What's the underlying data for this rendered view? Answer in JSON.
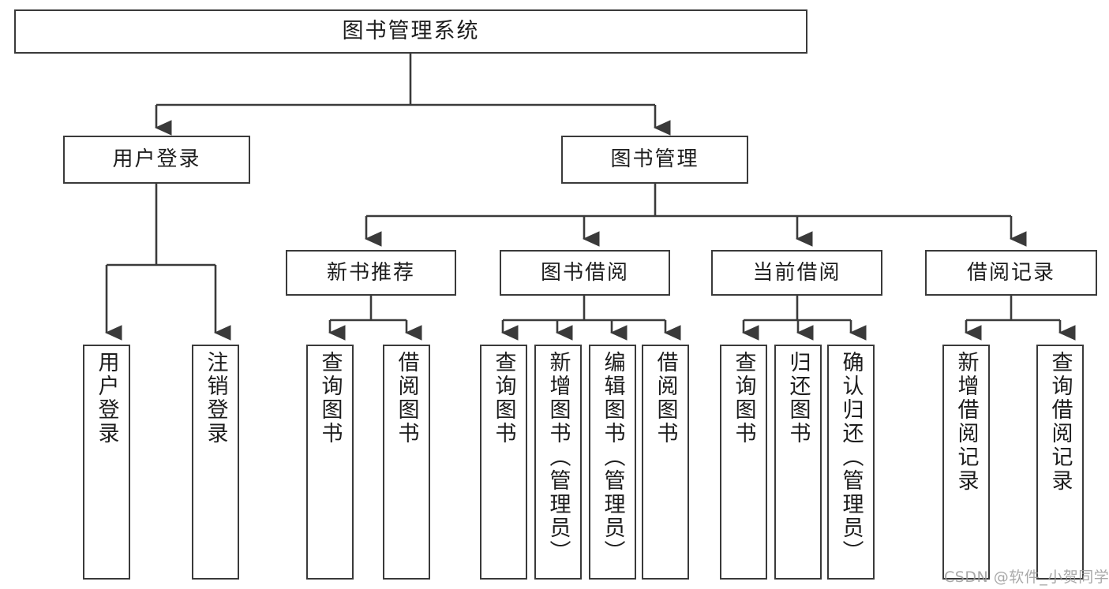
{
  "diagram": {
    "title": "图书管理系统",
    "type": "tree-hierarchy",
    "root": {
      "label": "图书管理系统"
    },
    "level2": [
      {
        "label": "用户登录"
      },
      {
        "label": "图书管理"
      }
    ],
    "level3": [
      {
        "label": "新书推荐"
      },
      {
        "label": "图书借阅"
      },
      {
        "label": "当前借阅"
      },
      {
        "label": "借阅记录"
      }
    ],
    "leaves": {
      "user_login": [
        {
          "label": "用户登录"
        },
        {
          "label": "注销登录"
        }
      ],
      "new_book_recommend": [
        {
          "label": "查询图书"
        },
        {
          "label": "借阅图书"
        }
      ],
      "book_borrow": [
        {
          "label": "查询图书"
        },
        {
          "label": "新增图书（管理员）"
        },
        {
          "label": "编辑图书（管理员）"
        },
        {
          "label": "借阅图书"
        }
      ],
      "current_borrow": [
        {
          "label": "查询图书"
        },
        {
          "label": "归还图书"
        },
        {
          "label": "确认归还（管理员）"
        }
      ],
      "borrow_record": [
        {
          "label": "新增借阅记录"
        },
        {
          "label": "查询借阅记录"
        }
      ]
    }
  },
  "watermark": {
    "text": "CSDN @软件_小贺同学"
  },
  "colors": {
    "stroke": "#3a3a3a",
    "fill": "#ffffff",
    "text": "#1d1d1d",
    "watermark": "#9a9a9a"
  }
}
